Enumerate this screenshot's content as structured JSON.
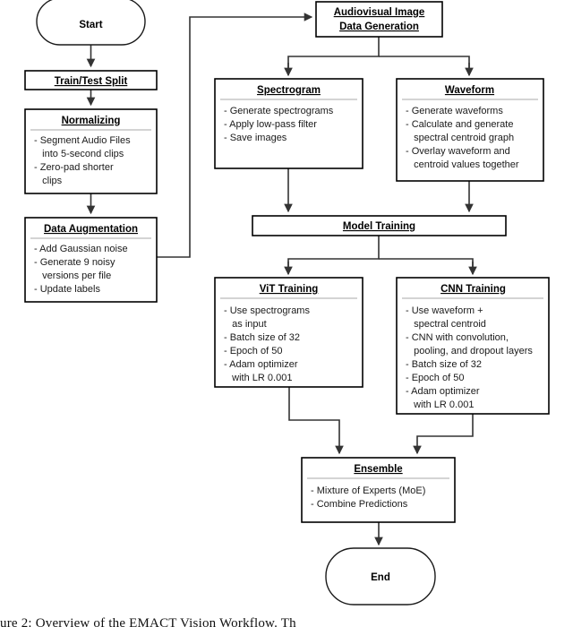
{
  "figure": {
    "type": "flowchart",
    "orientation": "top-to-bottom",
    "caption": "ure 2:    Overview of the EMACT Vision Workflow.    Th"
  },
  "nodes": {
    "start": {
      "label": "Start",
      "shape": "terminator"
    },
    "train_test_split": {
      "title": "Train/Test Split",
      "items": []
    },
    "normalizing": {
      "title": "Normalizing",
      "items": [
        "- Segment Audio Files",
        "   into 5-second clips",
        "- Zero-pad shorter",
        "   clips"
      ]
    },
    "data_augmentation": {
      "title": "Data Augmentation",
      "items": [
        "- Add Gaussian noise",
        "- Generate 9 noisy",
        "   versions per file",
        "- Update labels"
      ]
    },
    "audiovisual": {
      "title_line1": "Audiovisual Image",
      "title_line2": "Data Generation",
      "items": []
    },
    "spectrogram": {
      "title": "Spectrogram",
      "items": [
        "- Generate spectrograms",
        "- Apply low-pass filter",
        "- Save images"
      ]
    },
    "waveform": {
      "title": "Waveform",
      "items": [
        "- Generate waveforms",
        "- Calculate and generate",
        "   spectral centroid graph",
        "- Overlay waveform and",
        "   centroid values together"
      ]
    },
    "model_training": {
      "title": "Model Training",
      "items": []
    },
    "vit_training": {
      "title": "ViT Training",
      "items": [
        "- Use spectrograms",
        "   as input",
        "- Batch size of 32",
        "- Epoch of 50",
        "- Adam optimizer",
        "   with LR 0.001"
      ]
    },
    "cnn_training": {
      "title": "CNN Training",
      "items": [
        "- Use waveform +",
        "   spectral centroid",
        "- CNN with convolution,",
        "   pooling, and dropout layers",
        "- Batch size of 32",
        "- Epoch of 50",
        "- Adam optimizer",
        "   with LR 0.001"
      ]
    },
    "ensemble": {
      "title": "Ensemble",
      "items": [
        "- Mixture of Experts (MoE)",
        "- Combine Predictions"
      ]
    },
    "end": {
      "label": "End",
      "shape": "terminator"
    }
  },
  "colors": {
    "background": "#ffffff",
    "stroke": "#000000",
    "edge": "#333333",
    "divider": "#aaaaaa",
    "text": "#1a1a1a"
  }
}
